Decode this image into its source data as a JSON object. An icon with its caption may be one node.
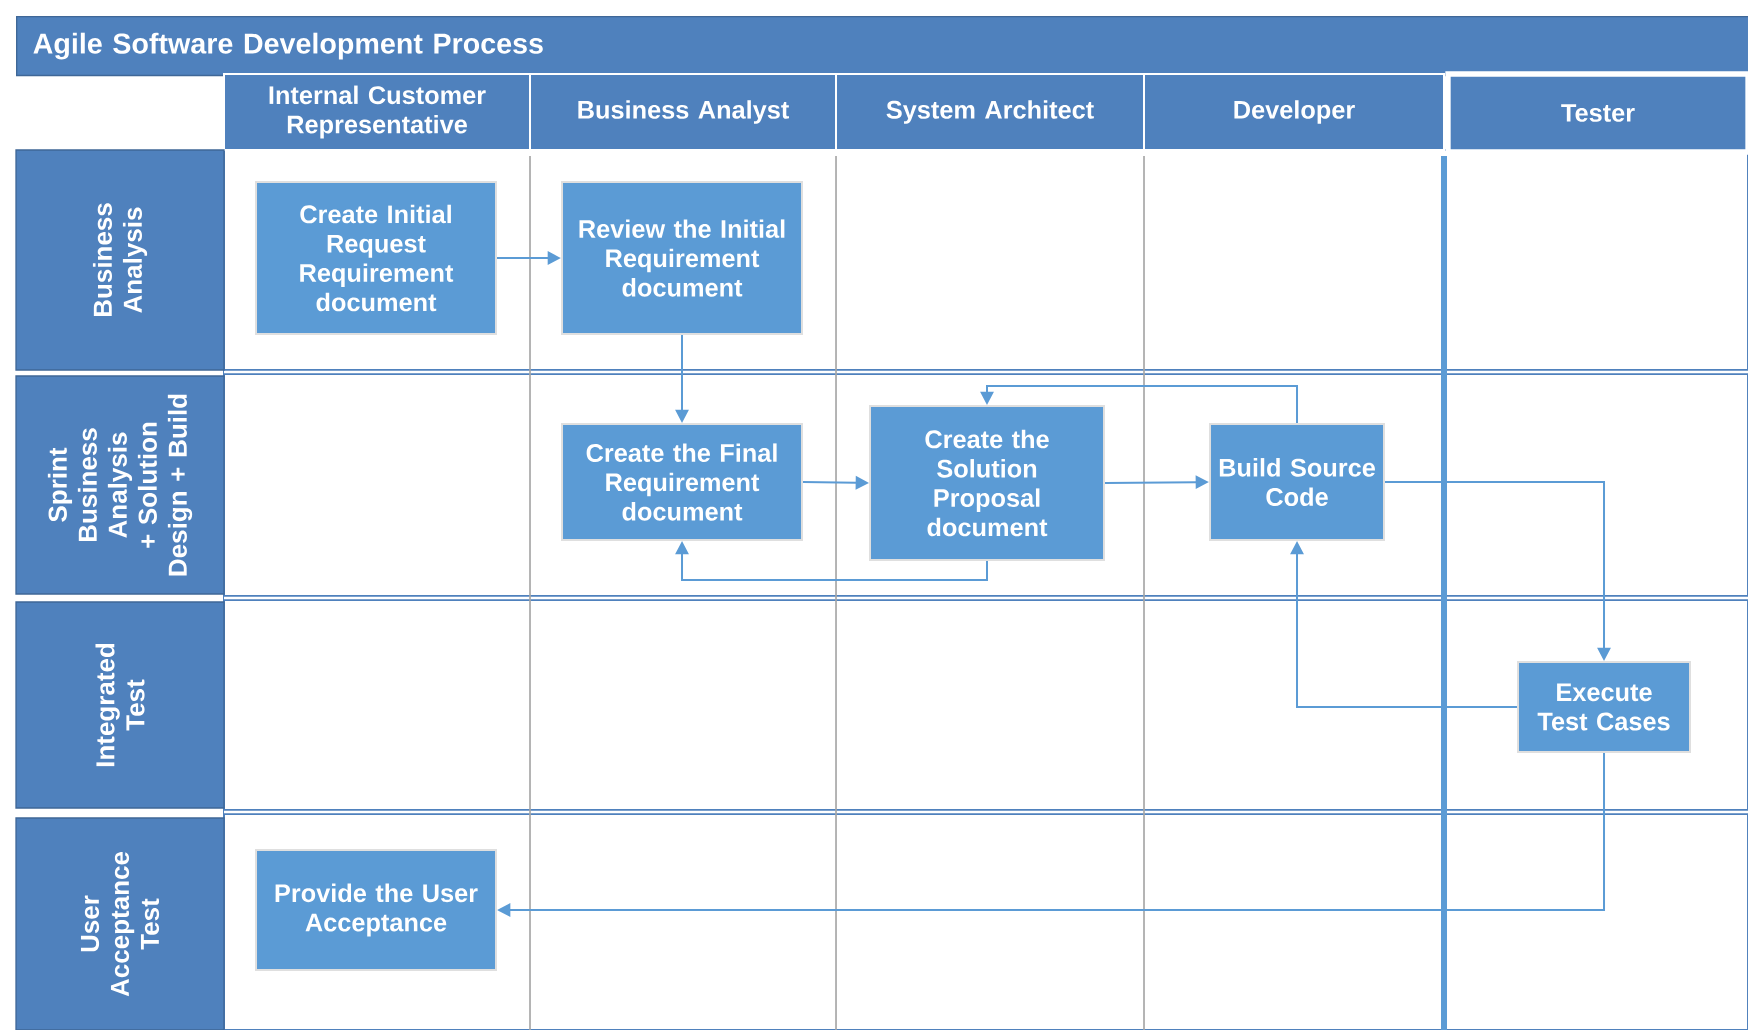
{
  "diagram": {
    "title": "Agile Software Development Process",
    "nodes": [
      {
        "text": [
          "Internal Customer Representative"
        ]
      },
      {
        "text": [
          "Business Analyst"
        ]
      },
      {
        "text": [
          "System Architect"
        ]
      },
      {
        "text": [
          "Developer"
        ]
      },
      {
        "text": [
          "Tester"
        ]
      },
      {
        "text": [
          "Business Analysis"
        ]
      },
      {
        "text": [
          "Create Initial Request Requirement document"
        ]
      },
      {
        "text": [
          "Review the Initial Requirement document"
        ]
      },
      {
        "text": [
          "Sprint Business Analysis + Solution Design + Build"
        ]
      },
      {
        "text": [
          "Create the Final Requirement document"
        ]
      },
      {
        "text": [
          "Create the Solution Proposal document"
        ]
      },
      {
        "text": [
          "Build Source Code"
        ]
      },
      {
        "text": [
          "Integrated Test"
        ]
      },
      {
        "text": [
          "Execute Test Cases"
        ]
      },
      {
        "text": [
          "User Acceptance Test"
        ]
      },
      {
        "text": [
          "Provide the User Acceptance"
        ]
      }
    ],
    "edges": [
      {
        "from": 6,
        "to": 7,
        "arrow": "to"
      },
      {
        "from": 7,
        "to": 9,
        "arrow": "to"
      },
      {
        "from": 9,
        "to": 10,
        "arrow": "to"
      },
      {
        "from": 10,
        "to": 9,
        "arrow": "to"
      },
      {
        "from": 10,
        "to": 11,
        "arrow": "to"
      },
      {
        "from": 11,
        "to": 10,
        "arrow": "to"
      },
      {
        "from": 11,
        "to": 13,
        "arrow": "to"
      },
      {
        "from": 13,
        "to": 11,
        "arrow": "to"
      },
      {
        "from": 13,
        "to": 15,
        "arrow": "to"
      }
    ]
  }
}
